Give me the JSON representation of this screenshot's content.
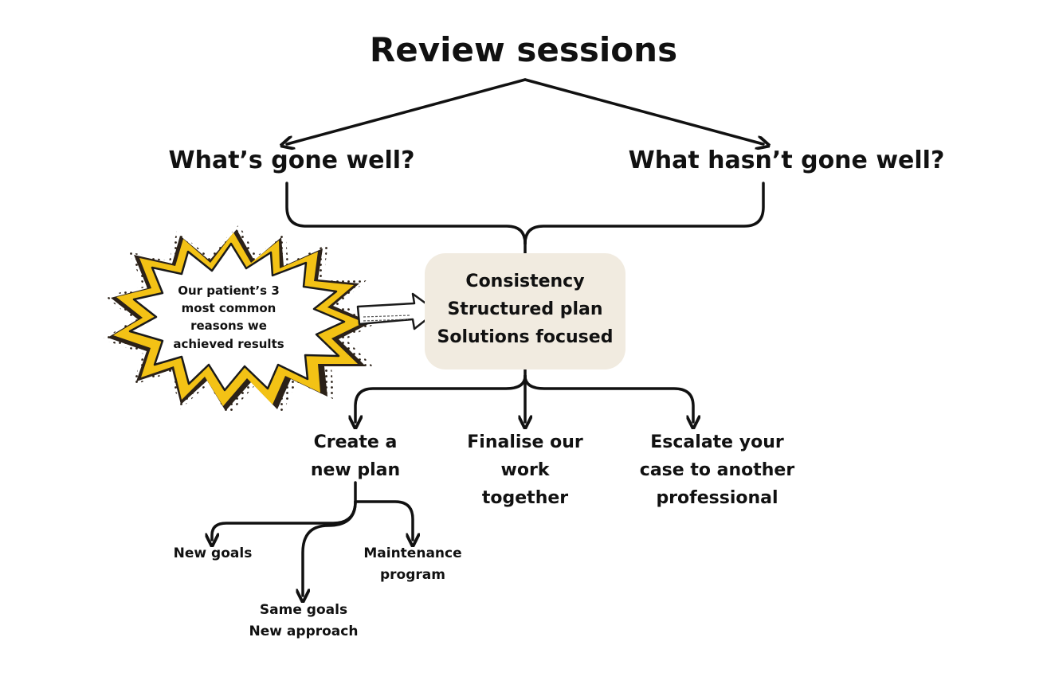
{
  "title": "Review sessions",
  "questions": {
    "left": "What’s gone well?",
    "right": "What hasn’t gone well?"
  },
  "burst": {
    "lines": [
      "Our patient’s 3",
      "most common",
      "reasons we",
      "achieved results"
    ]
  },
  "focus": {
    "items": [
      "Consistency",
      "Structured plan",
      "Solutions focused"
    ]
  },
  "options": [
    {
      "lines": [
        "Create a",
        "new plan"
      ]
    },
    {
      "lines": [
        "Finalise our",
        "work",
        "together"
      ]
    },
    {
      "lines": [
        "Escalate your",
        "case to another",
        "professional"
      ]
    }
  ],
  "sub_options": [
    {
      "lines": [
        "New goals"
      ]
    },
    {
      "lines": [
        "Same goals",
        "New approach"
      ]
    },
    {
      "lines": [
        "Maintenance",
        "program"
      ]
    }
  ],
  "colors": {
    "line": "#111111",
    "burst_fill": "#f3c215",
    "burst_shadow": "#2b2118",
    "box_fill": "#f1ebe0"
  }
}
